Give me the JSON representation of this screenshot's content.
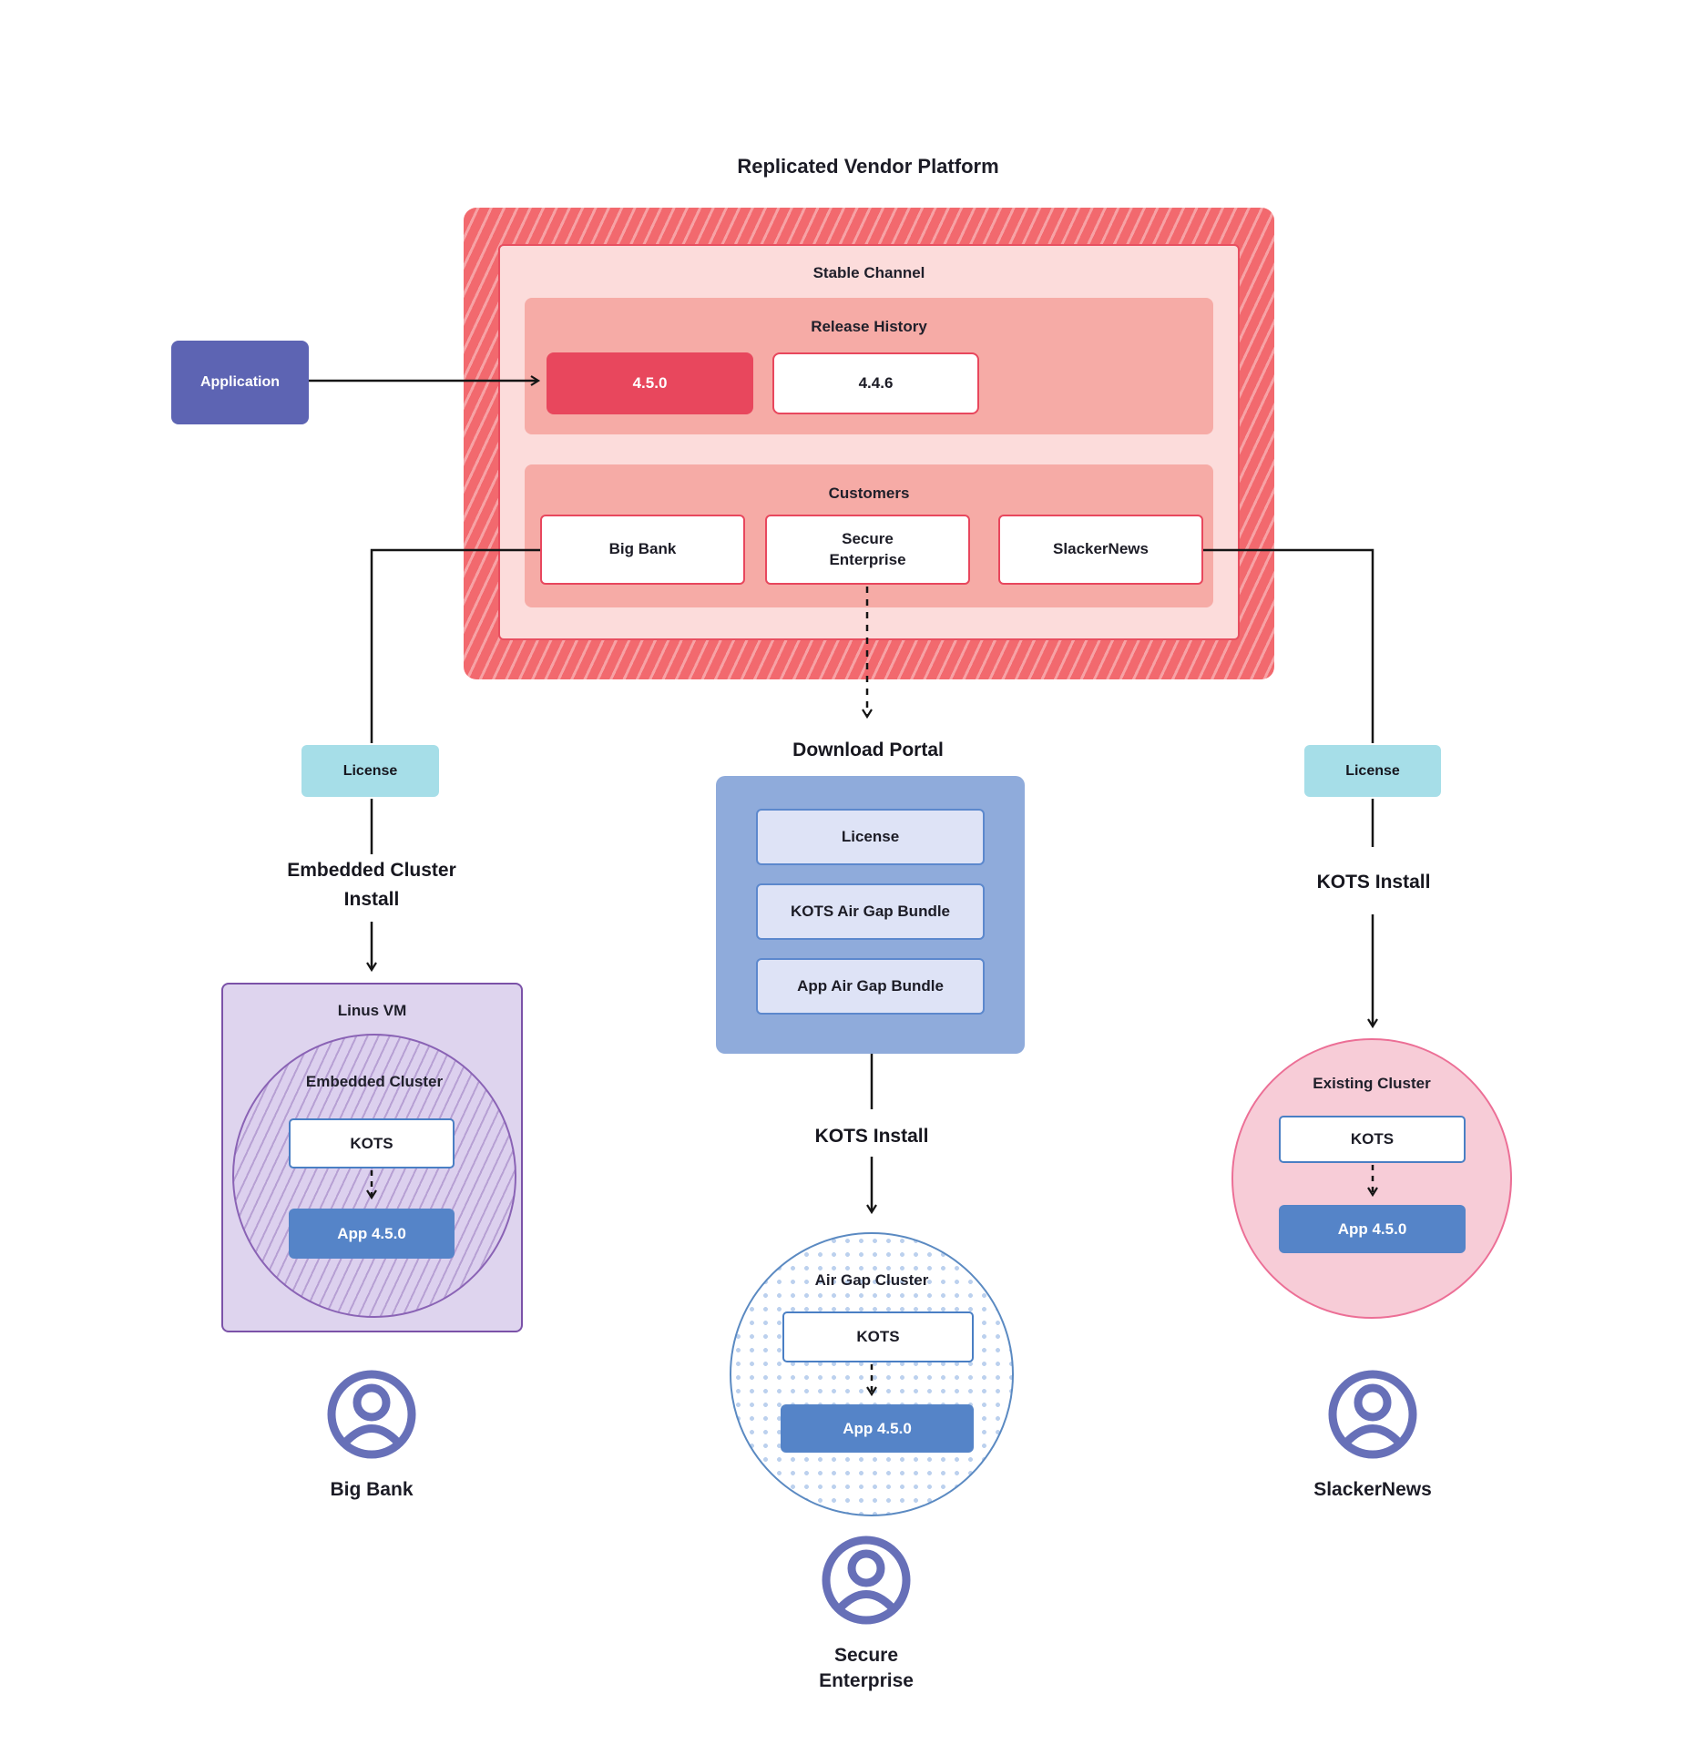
{
  "title": "Replicated Vendor Platform",
  "platform": {
    "stable_channel": {
      "label": "Stable Channel",
      "release_history": {
        "label": "Release History",
        "current_release": "4.5.0",
        "previous_release": "4.4.6"
      },
      "customers": {
        "label": "Customers",
        "items": [
          {
            "name": "Big Bank"
          },
          {
            "name": "Secure Enterprise"
          },
          {
            "name": "SlackerNews"
          }
        ]
      }
    }
  },
  "application": {
    "label": "Application"
  },
  "left_flow": {
    "license_label": "License",
    "install_label": "Embedded Cluster Install",
    "vm_label": "Linus VM",
    "cluster_label": "Embedded Cluster",
    "kots_label": "KOTS",
    "app_label": "App 4.5.0",
    "user_label": "Big Bank"
  },
  "middle_flow": {
    "portal_title": "Download Portal",
    "portal_items": [
      {
        "label": "License"
      },
      {
        "label": "KOTS Air Gap Bundle"
      },
      {
        "label": "App Air Gap Bundle"
      }
    ],
    "install_label": "KOTS Install",
    "cluster_label": "Air Gap Cluster",
    "kots_label": "KOTS",
    "app_label": "App 4.5.0",
    "user_label": "Secure Enterprise"
  },
  "right_flow": {
    "license_label": "License",
    "install_label": "KOTS Install",
    "cluster_label": "Existing Cluster",
    "kots_label": "KOTS",
    "app_label": "App 4.5.0",
    "user_label": "SlackerNews"
  },
  "colors": {
    "platform_hatch_base": "#f2696e",
    "platform_hatch_stripe": "#f59a9e",
    "stable_fill": "#fcdcdb",
    "red_border": "#e84f60",
    "panel_salmon": "#f6aba6",
    "release_current_fill": "#e8475d",
    "application_fill": "#5d64b3",
    "license_fill": "#a6dee8",
    "portal_fill": "#8fabdb",
    "portal_item_fill": "#dee3f6",
    "blue_border": "#4a7fc4",
    "app_blue_fill": "#5584c8",
    "vm_fill": "#ded4ee",
    "purple_border": "#7b52a8",
    "existing_fill": "#f7ccd7",
    "pink_border": "#ec6f96",
    "user_icon": "#6770b8",
    "line_color": "#151515"
  }
}
